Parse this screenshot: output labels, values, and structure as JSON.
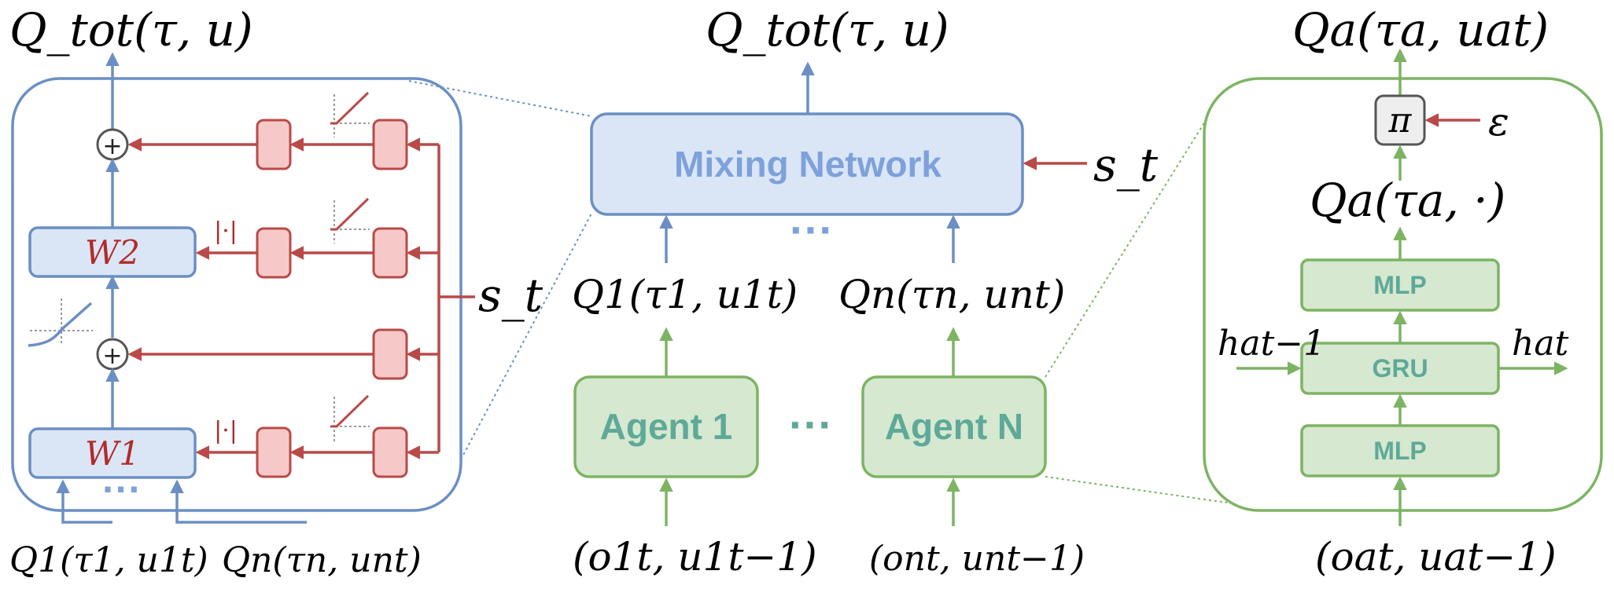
{
  "colors": {
    "blue_stroke": "#6b8fc4",
    "blue_fill": "#dae6f6",
    "blue_text": "#7ea1db",
    "red_stroke": "#b94a48",
    "red_fill": "#f6c9c9",
    "green_stroke": "#7db463",
    "green_fill": "#d6e8d0",
    "green_text": "#5ea998",
    "gray_stroke": "#555555"
  },
  "left_panel": {
    "top_output": "Q_tot(τ, u)",
    "w1_label": "W1",
    "w2_label": "W2",
    "abs_label_top": "|·|",
    "abs_label_bottom": "|·|",
    "state_label": "s_t",
    "input_1": "Q1(τ1, u1t)",
    "input_n": "Qn(τn, unt)",
    "ellipsis": "···",
    "plus_symbol": "+"
  },
  "center_panel": {
    "top_output": "Q_tot(τ, u)",
    "mixing_label": "Mixing Network",
    "state_label": "s_t",
    "q1_label": "Q1(τ1, u1t)",
    "qn_label": "Qn(τn, unt)",
    "agent1_label": "Agent 1",
    "agentn_label": "Agent N",
    "obs1_label": "(o1t, u1t−1)",
    "obsn_label": "(ont, unt−1)",
    "ellipsis_top": "···",
    "ellipsis_agents": "···"
  },
  "right_panel": {
    "top_output": "Qa(τa, uat)",
    "pi_label": "π",
    "epsilon_label": "ε",
    "qa_label": "Qa(τa, ·)",
    "mlp_top_label": "MLP",
    "gru_label": "GRU",
    "mlp_bottom_label": "MLP",
    "h_in_label": "hat−1",
    "h_out_label": "hat",
    "obs_label": "(oat, uat−1)"
  }
}
